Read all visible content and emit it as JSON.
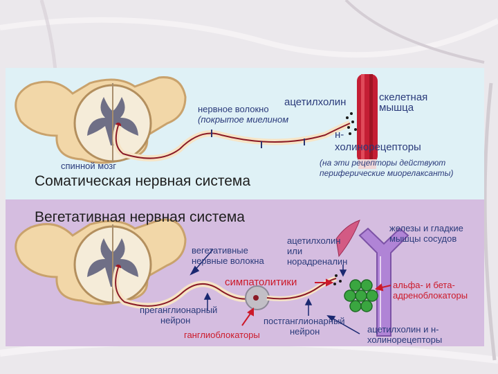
{
  "somatic": {
    "title": "Соматическая нервная система",
    "spinal_cord": "спинной мозг",
    "nerve_fiber": [
      "нервное волокно",
      "(покрытое миелином"
    ],
    "acetylcholine": "ацетилхолин",
    "skeletal_muscle": [
      "скелетная",
      "мышца"
    ],
    "n_receptors": [
      "н-",
      "холинорецепторы"
    ],
    "note": [
      "(на эти рецепторы действуют",
      "периферические миорелаксанты)"
    ]
  },
  "vegetative": {
    "title": "Вегетативная нервная система",
    "fibers": [
      "вегетативные",
      "нервные волокна"
    ],
    "mediators": [
      "ацетилхолин",
      "или",
      "норадреналин"
    ],
    "glands": [
      "железы и гладкие",
      "мышцы сосудов"
    ],
    "sympatholytics": "симпатолитики",
    "adrenoblockers": [
      "альфа- и бета-",
      "адреноблокаторы"
    ],
    "preganglionic": [
      "преганглионарный",
      "нейрон"
    ],
    "ganglioblockers": "ганглиоблокаторы",
    "postganglionic": [
      "постганглионарный",
      "нейрон"
    ],
    "ach_receptors": [
      "ацетилхолин и н-",
      "холинорецепторы"
    ]
  },
  "colors": {
    "top_panel": "#dff1f6",
    "bottom_panel": "#d5bde0",
    "label_blue": "#2a3a7a",
    "accent_red": "#cc1a2a",
    "gland_green": "#3aa640",
    "vessel_purple": "#9a6ac6"
  }
}
